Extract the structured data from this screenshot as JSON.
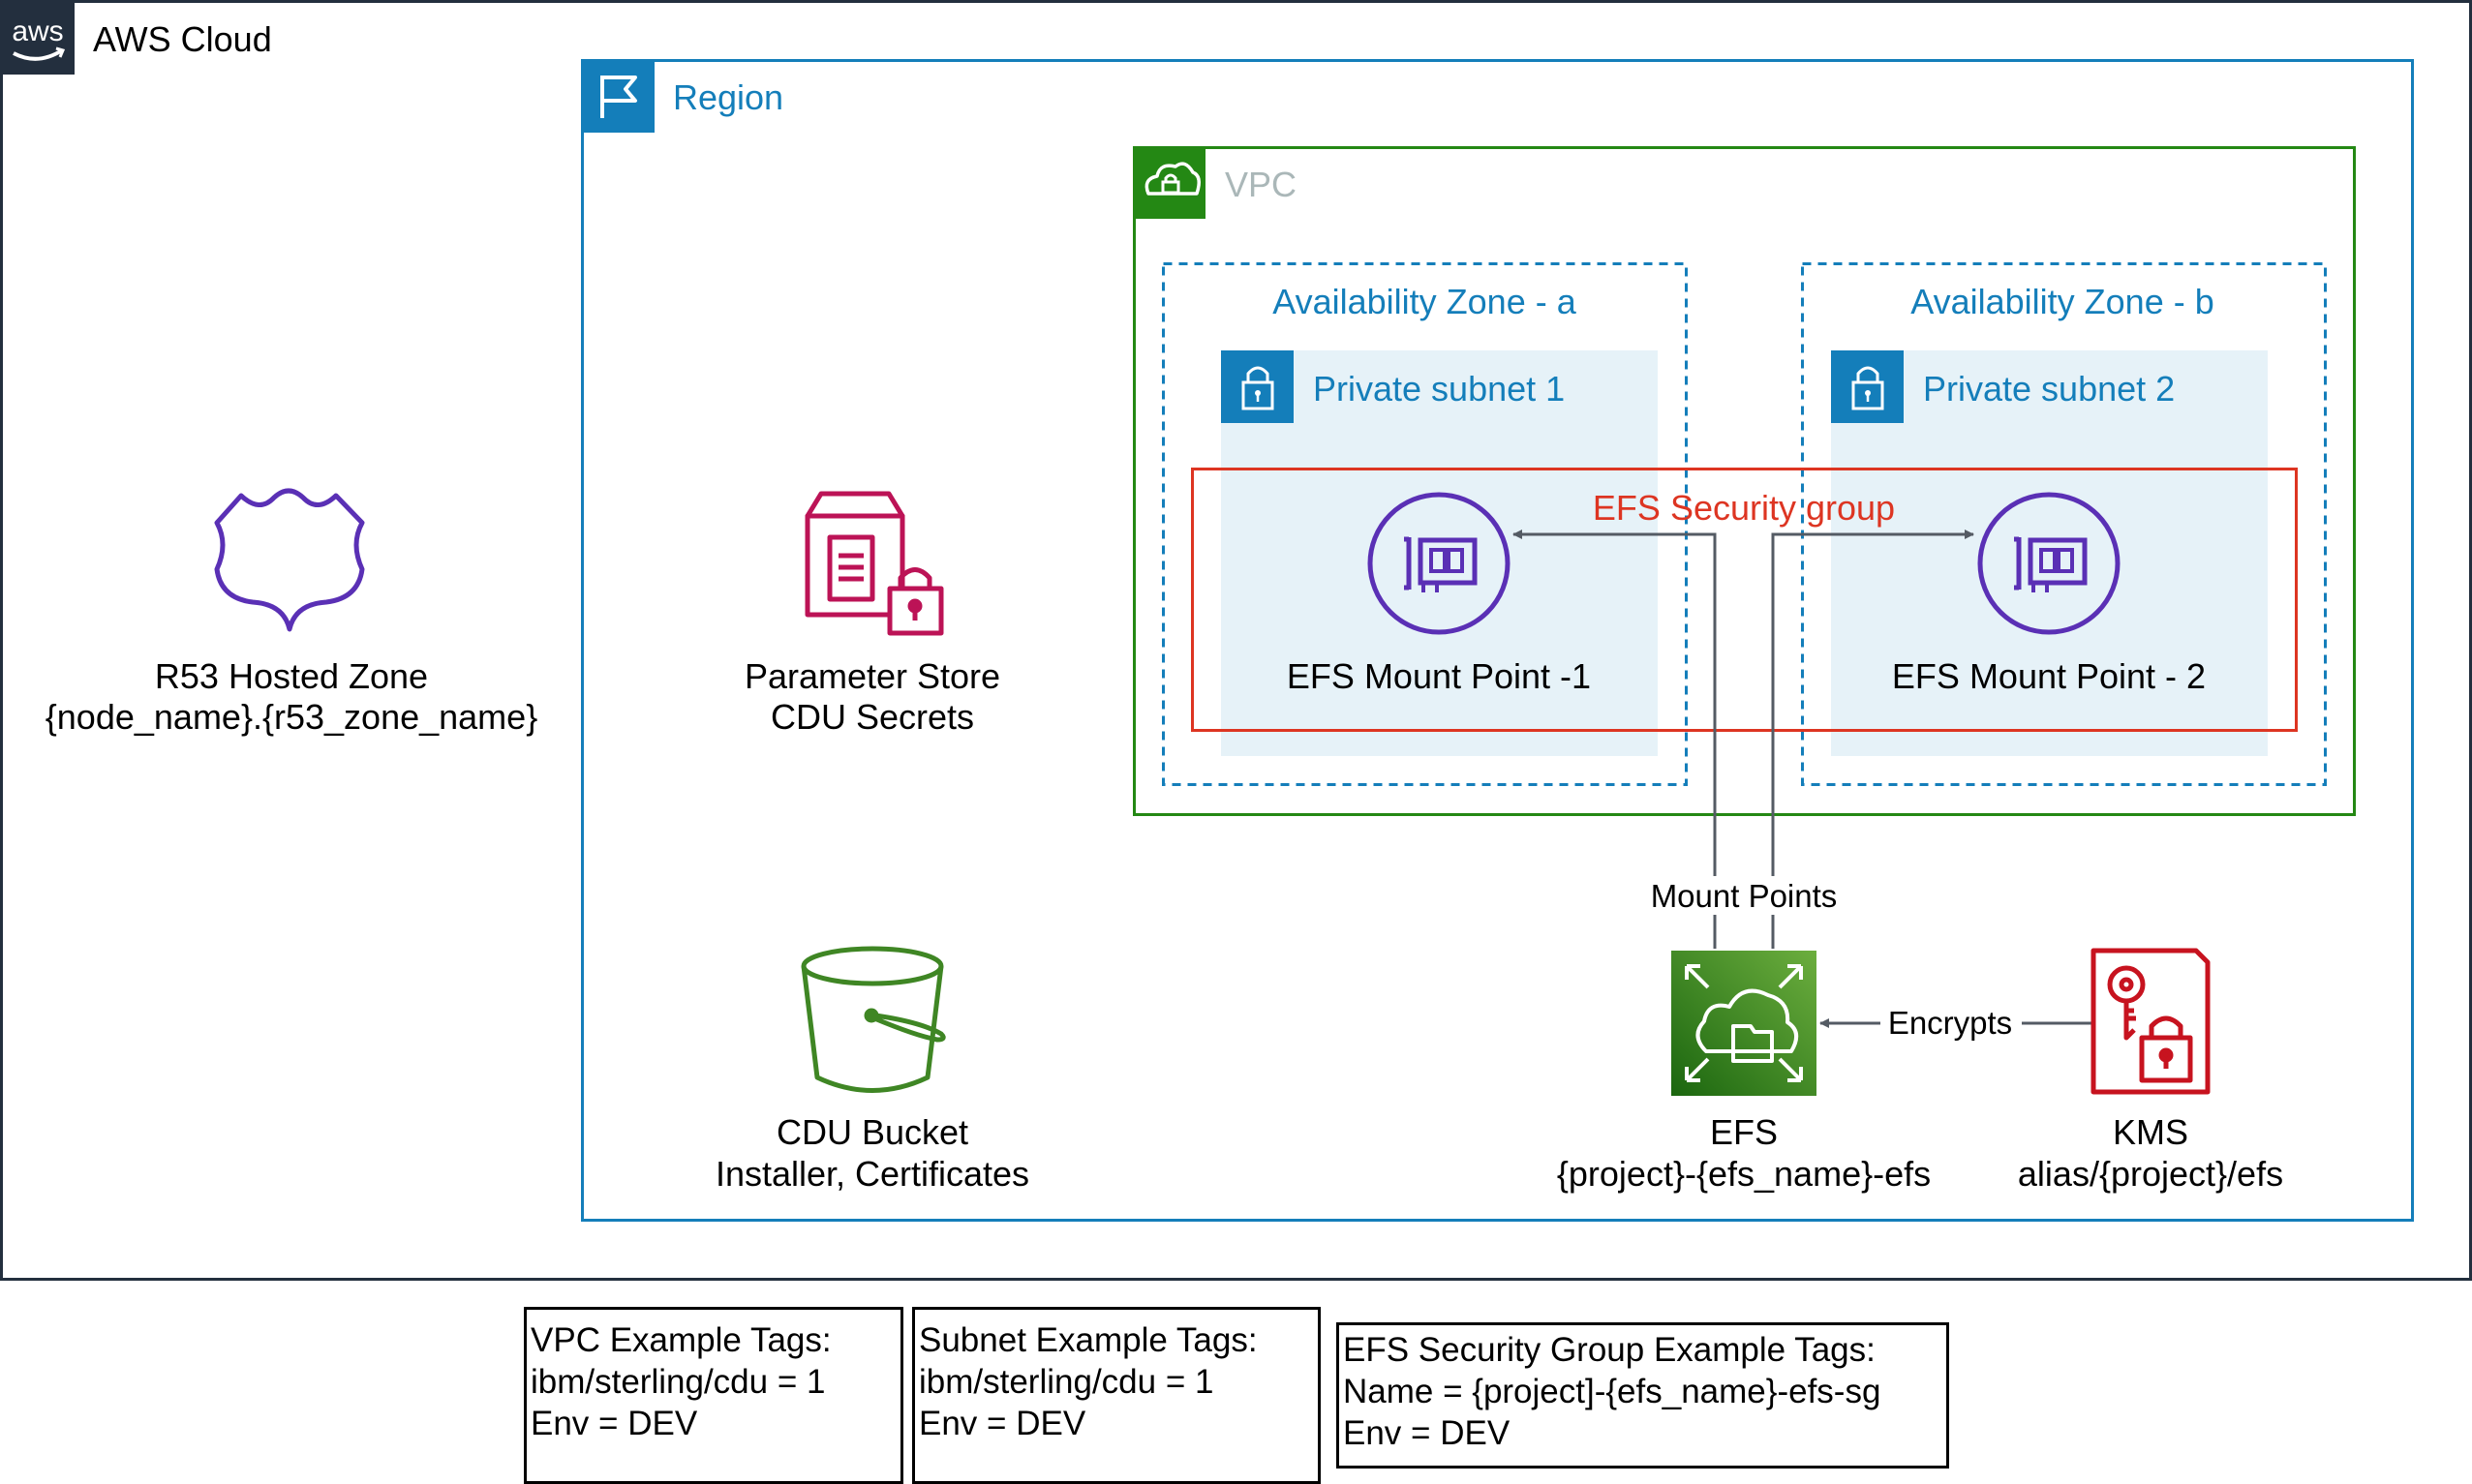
{
  "aws_cloud": {
    "logo_text": "aws",
    "label": "AWS Cloud"
  },
  "region": {
    "label": "Region"
  },
  "vpc": {
    "label": "VPC"
  },
  "az_a": {
    "label": "Availability Zone - a"
  },
  "az_b": {
    "label": "Availability Zone - b"
  },
  "subnet_1": {
    "label": "Private subnet 1"
  },
  "subnet_2": {
    "label": "Private subnet 2"
  },
  "security_group": {
    "label": "EFS Security group"
  },
  "mount_point_1": {
    "label": "EFS Mount Point -1"
  },
  "mount_point_2": {
    "label": "EFS Mount Point - 2"
  },
  "r53": {
    "line1": "R53 Hosted Zone",
    "line2": "{node_name}.{r53_zone_name}"
  },
  "parameter_store": {
    "line1": "Parameter Store",
    "line2": "CDU Secrets"
  },
  "cdu_bucket": {
    "line1": "CDU Bucket",
    "line2": "Installer, Certificates"
  },
  "efs": {
    "line1": "EFS",
    "line2": "{project}-{efs_name}-efs"
  },
  "kms": {
    "line1": "KMS",
    "line2": "alias/{project}/efs"
  },
  "edges": {
    "mount_points": "Mount Points",
    "encrypts": "Encrypts"
  },
  "tags": {
    "vpc": [
      "VPC Example Tags:",
      "ibm/sterling/cdu = 1",
      "Env = DEV"
    ],
    "subnet": [
      "Subnet Example Tags:",
      "ibm/sterling/cdu = 1",
      "Env = DEV"
    ],
    "efs_sg": [
      "EFS Security Group Example Tags:",
      "Name = {project]-{efs_name}-efs-sg",
      "Env = DEV"
    ]
  },
  "colors": {
    "region": "#147EBA",
    "vpc": "#248814",
    "security_group": "#DD3522",
    "subnet_fill": "#E6F2F8",
    "purple": "#5A30B5",
    "magenta": "#BC1356",
    "efs_green": "#3F8624",
    "kms_red": "#C7131F",
    "aws_navy": "#232F3E"
  }
}
